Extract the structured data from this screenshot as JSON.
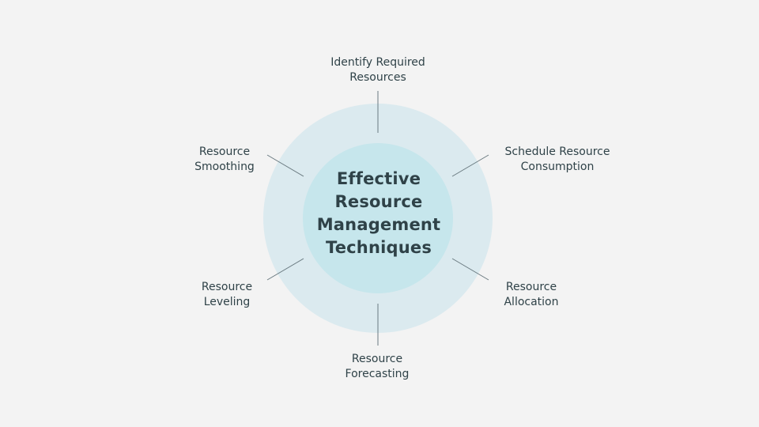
{
  "center": {
    "lines": [
      "Effective",
      "Resource",
      "Management",
      "Techniques"
    ]
  },
  "nodes": [
    {
      "line1": "Identify Required",
      "line2": "Resources"
    },
    {
      "line1": "Schedule Resource",
      "line2": "Consumption"
    },
    {
      "line1": "Resource",
      "line2": "Allocation"
    },
    {
      "line1": "Resource",
      "line2": "Forecasting"
    },
    {
      "line1": "Resource",
      "line2": "Leveling"
    },
    {
      "line1": "Resource",
      "line2": "Smoothing"
    }
  ],
  "colors": {
    "background": "#f3f3f3",
    "outer_ring": "#dbeaef",
    "inner_circle": "#c6e6ec",
    "connector": "#6a7a80",
    "text": "#2f4248"
  }
}
